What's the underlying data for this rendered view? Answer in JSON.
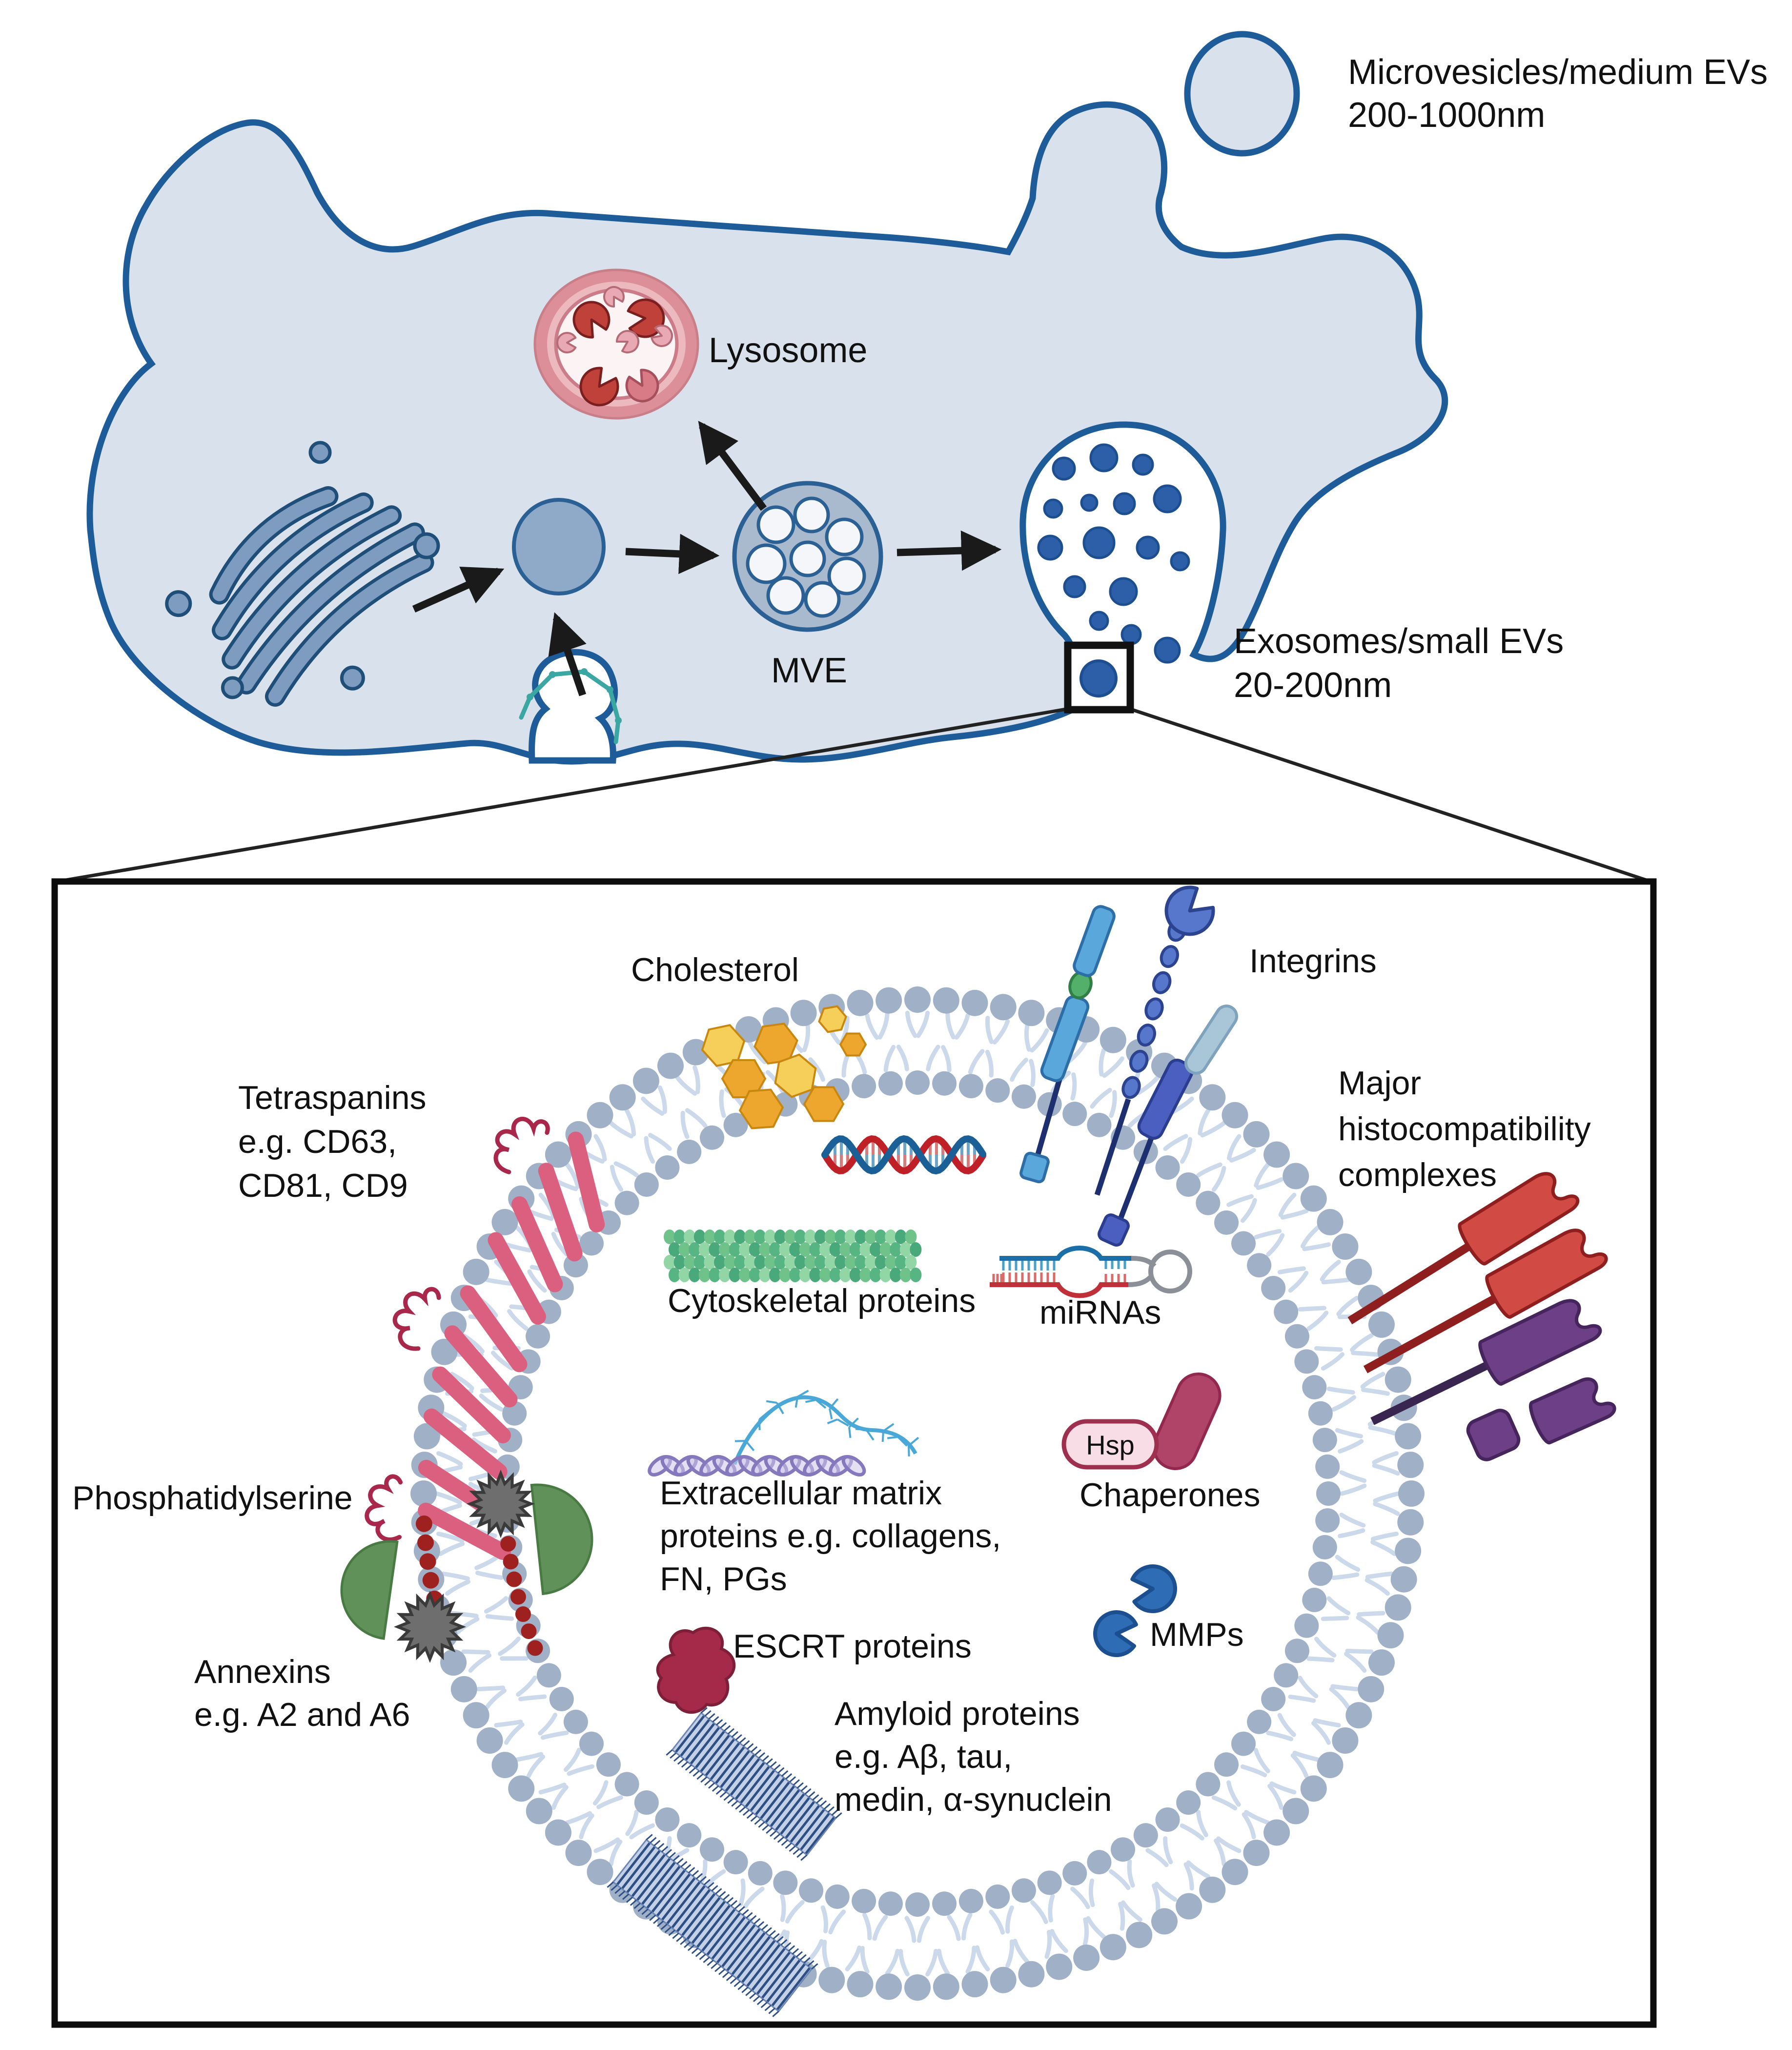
{
  "diagram": {
    "top_labels": {
      "microvesicles_line1": "Microvesicles/medium EVs",
      "microvesicles_line2": "200-1000nm",
      "lysosome": "Lysosome",
      "mve": "MVE",
      "exosomes_line1": "Exosomes/small EVs",
      "exosomes_line2": "20-200nm"
    },
    "panel_labels": {
      "cholesterol": "Cholesterol",
      "integrins": "Integrins",
      "tetraspanins_line1": "Tetraspanins",
      "tetraspanins_line2": "e.g. CD63,",
      "tetraspanins_line3": "CD81, CD9",
      "mhc_line1": "Major",
      "mhc_line2": "histocompatibility",
      "mhc_line3": "complexes",
      "cytoskeletal": "Cytoskeletal proteins",
      "mirnas": "miRNAs",
      "hsp": "Hsp",
      "chaperones": "Chaperones",
      "ecm_line1": "Extracellular matrix",
      "ecm_line2": "proteins e.g. collagens,",
      "ecm_line3": "FN, PGs",
      "phosphatidylserine": "Phosphatidylserine",
      "annexins_line1": "Annexins",
      "annexins_line2": "e.g. A2 and A6",
      "escrt": "ESCRT proteins",
      "mmps": "MMPs",
      "amyloid_line1": "Amyloid proteins",
      "amyloid_line2": "e.g. Aβ, tau,",
      "amyloid_line3": "medin, α-synuclein"
    },
    "colors": {
      "cell_fill": "#d9e2ec",
      "cell_stroke": "#1d5c99",
      "organelle_blue": "#7d9cc0",
      "exosome_dot_blue": "#2d5fa8",
      "lysosome_pink": "#dc8f99",
      "membrane_head_gray": "#9fb0c7",
      "membrane_tail": "#ccd9ea",
      "cholesterol_yellow": "#f0b93c",
      "tetraspanin_pink": "#db5f7e",
      "mhc_red": "#d14b44",
      "mhc_purple": "#6d3f86",
      "integrin_blue": "#5aa7dc",
      "annexin_green": "#5f9158",
      "ps_dark_red": "#9e2120",
      "escrt_maroon": "#a52a4a",
      "mmp_blue": "#2e6cb5",
      "amyloid_navy": "#2d4f86",
      "clathrin_teal": "#3aa7a3"
    }
  }
}
